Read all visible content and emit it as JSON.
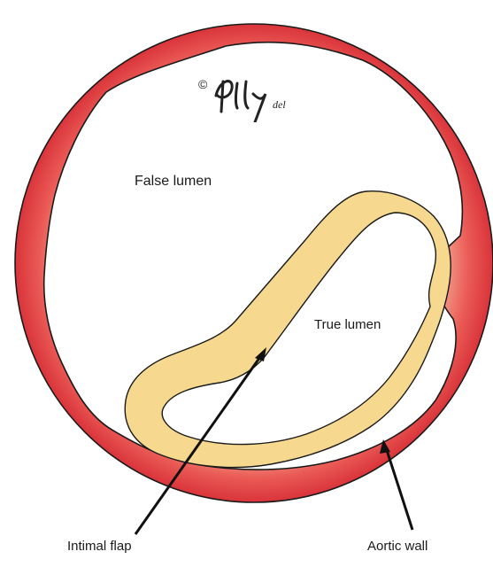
{
  "labels": {
    "false_lumen": "False lumen",
    "true_lumen": "True lumen",
    "intimal_flap": "Intimal flap",
    "aortic_wall": "Aortic wall"
  },
  "signature": {
    "text": "© Pelly del"
  },
  "colors": {
    "wall_outer": "#d9343a",
    "wall_mid": "#ea5a55",
    "wall_inner": "#f29a88",
    "flap_fill": "#f6d98f",
    "flap_core": "#fbecbc",
    "outline": "#1a1a1a"
  }
}
